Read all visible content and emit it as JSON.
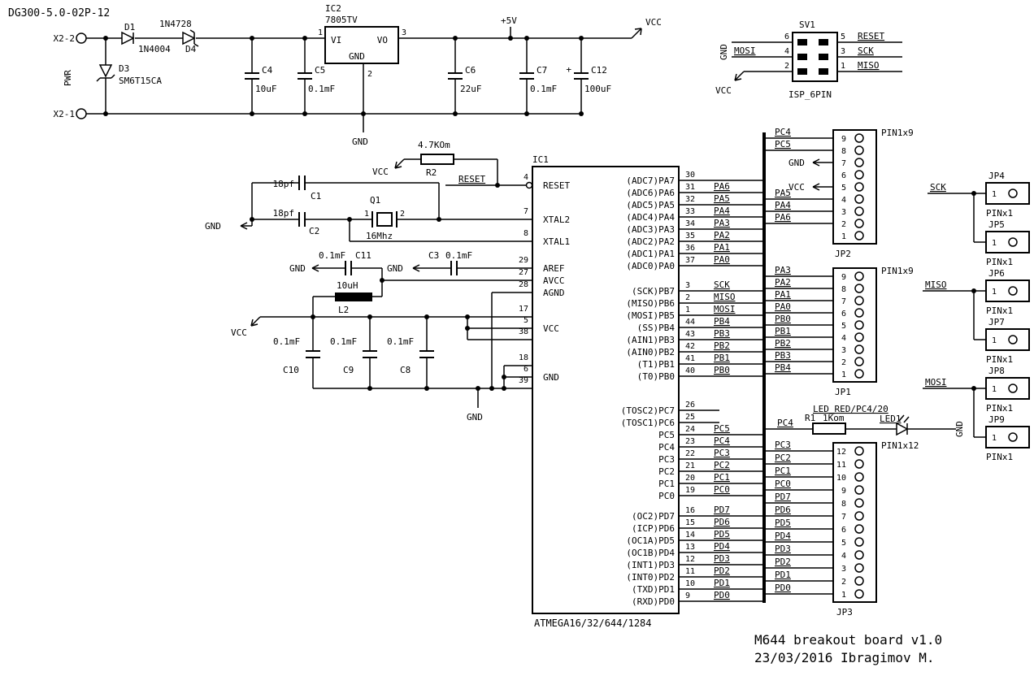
{
  "doc": {
    "code": "DG300-5.0-02P-12",
    "title": "M644 breakout board v1.0",
    "credit": "23/03/2016 Ibragimov M."
  },
  "power": {
    "x2_2": "X2-2",
    "x2_1": "X2-1",
    "pwr": "PWR",
    "d1_ref": "D1",
    "d1_val": "1N4004",
    "d4_ref": "D4",
    "d4_val": "1N4728",
    "d3_ref": "D3",
    "d3_val": "SM6T15CA",
    "c4_ref": "C4",
    "c4_val": "10uF",
    "c5_ref": "C5",
    "c5_val": "0.1mF",
    "reg_ref": "IC2",
    "reg_val": "7805TV",
    "reg_vi": "VI",
    "reg_vo": "VO",
    "reg_gnd": "GND",
    "reg_p1": "1",
    "reg_p2": "2",
    "reg_p3": "3",
    "c6_ref": "C6",
    "c6_val": "22uF",
    "c7_ref": "C7",
    "c7_val": "0.1mF",
    "c12_ref": "C12",
    "c12_val": "100uF",
    "c12_polarity": "+",
    "rail_5v": "+5V",
    "rail_vcc": "VCC",
    "rail_gnd": "GND"
  },
  "isp": {
    "ref": "SV1",
    "name": "ISP_6PIN",
    "left": [
      {
        "pin": "6",
        "net": "GND"
      },
      {
        "pin": "4",
        "net": "MOSI"
      },
      {
        "pin": "2",
        "net": "VCC"
      }
    ],
    "right": [
      {
        "pin": "5",
        "net": "RESET"
      },
      {
        "pin": "3",
        "net": "SCK"
      },
      {
        "pin": "1",
        "net": "MISO"
      }
    ]
  },
  "reset_circuit": {
    "vcc": "VCC",
    "r2_val": "4.7KOm",
    "r2_ref": "R2",
    "net": "RESET"
  },
  "xtal_circuit": {
    "gnd": "GND",
    "c1_val": "18pf",
    "c1_ref": "C1",
    "c2_val": "18pf",
    "c2_ref": "C2",
    "q1_ref": "Q1",
    "q1_val": "16Mhz",
    "q1_p1": "1",
    "q1_p2": "2"
  },
  "analog_circuit": {
    "gnd_a": "GND",
    "gnd_b": "GND",
    "c11_val": "0.1mF",
    "c11_ref": "C11",
    "c3_ref": "C3",
    "c3_val": "0.1mF",
    "l2_val": "10uH",
    "l2_ref": "L2"
  },
  "decoupling": {
    "vcc": "VCC",
    "gnd": "GND",
    "c10_val": "0.1mF",
    "c9_val": "0.1mF",
    "c8_val": "0.1mF",
    "c10_ref": "C10",
    "c9_ref": "C9",
    "c8_ref": "C8"
  },
  "mcu": {
    "ref": "IC1",
    "part": "ATMEGA16/32/644/1284",
    "reset": {
      "name": "RESET",
      "pin": "4"
    },
    "xtal2": {
      "name": "XTAL2",
      "pin": "7"
    },
    "xtal1": {
      "name": "XTAL1",
      "pin": "8"
    },
    "aref": {
      "name": "AREF",
      "pin": "29"
    },
    "avcc": {
      "name": "AVCC",
      "pin": "27"
    },
    "agnd": {
      "name": "AGND",
      "pin": "28"
    },
    "vcc": {
      "name": "VCC",
      "p1": "17",
      "p2": "5",
      "p3": "38"
    },
    "gnd": {
      "name": "GND",
      "p1": "18",
      "p2": "6",
      "p3": "39"
    },
    "porta": [
      {
        "name": "(ADC7)PA7",
        "pin": "30",
        "net": ""
      },
      {
        "name": "(ADC6)PA6",
        "pin": "31",
        "net": "PA6"
      },
      {
        "name": "(ADC5)PA5",
        "pin": "32",
        "net": "PA5"
      },
      {
        "name": "(ADC4)PA4",
        "pin": "33",
        "net": "PA4"
      },
      {
        "name": "(ADC3)PA3",
        "pin": "34",
        "net": "PA3"
      },
      {
        "name": "(ADC2)PA2",
        "pin": "35",
        "net": "PA2"
      },
      {
        "name": "(ADC1)PA1",
        "pin": "36",
        "net": "PA1"
      },
      {
        "name": "(ADC0)PA0",
        "pin": "37",
        "net": "PA0"
      }
    ],
    "portb": [
      {
        "name": "(SCK)PB7",
        "pin": "3",
        "net": "SCK"
      },
      {
        "name": "(MISO)PB6",
        "pin": "2",
        "net": "MISO"
      },
      {
        "name": "(MOSI)PB5",
        "pin": "1",
        "net": "MOSI"
      },
      {
        "name": "(SS)PB4",
        "pin": "44",
        "net": "PB4"
      },
      {
        "name": "(AIN1)PB3",
        "pin": "43",
        "net": "PB3"
      },
      {
        "name": "(AIN0)PB2",
        "pin": "42",
        "net": "PB2"
      },
      {
        "name": "(T1)PB1",
        "pin": "41",
        "net": "PB1"
      },
      {
        "name": "(T0)PB0",
        "pin": "40",
        "net": "PB0"
      }
    ],
    "portc": [
      {
        "name": "(TOSC2)PC7",
        "pin": "26",
        "net": ""
      },
      {
        "name": "(TOSC1)PC6",
        "pin": "25",
        "net": ""
      },
      {
        "name": "PC5",
        "pin": "24",
        "net": "PC5"
      },
      {
        "name": "PC4",
        "pin": "23",
        "net": "PC4"
      },
      {
        "name": "PC3",
        "pin": "22",
        "net": "PC3"
      },
      {
        "name": "PC2",
        "pin": "21",
        "net": "PC2"
      },
      {
        "name": "PC1",
        "pin": "20",
        "net": "PC1"
      },
      {
        "name": "PC0",
        "pin": "19",
        "net": "PC0"
      }
    ],
    "portd": [
      {
        "name": "(OC2)PD7",
        "pin": "16",
        "net": "PD7"
      },
      {
        "name": "(ICP)PD6",
        "pin": "15",
        "net": "PD6"
      },
      {
        "name": "(OC1A)PD5",
        "pin": "14",
        "net": "PD5"
      },
      {
        "name": "(OC1B)PD4",
        "pin": "13",
        "net": "PD4"
      },
      {
        "name": "(INT1)PD3",
        "pin": "12",
        "net": "PD3"
      },
      {
        "name": "(INT0)PD2",
        "pin": "11",
        "net": "PD2"
      },
      {
        "name": "(TXD)PD1",
        "pin": "10",
        "net": "PD1"
      },
      {
        "name": "(RXD)PD0",
        "pin": "9",
        "net": "PD0"
      }
    ]
  },
  "jp2": {
    "ref": "JP2",
    "type": "PIN1x9",
    "rows": [
      {
        "pin": "9",
        "net": "PC4"
      },
      {
        "pin": "8",
        "net": "PC5"
      },
      {
        "pin": "7",
        "net": "GND"
      },
      {
        "pin": "6",
        "net": ""
      },
      {
        "pin": "5",
        "net": "VCC"
      },
      {
        "pin": "4",
        "net": "PA5"
      },
      {
        "pin": "3",
        "net": "PA4"
      },
      {
        "pin": "2",
        "net": "PA6"
      },
      {
        "pin": "1",
        "net": ""
      }
    ]
  },
  "jp1": {
    "ref": "JP1",
    "type": "PIN1x9",
    "rows": [
      {
        "pin": "9",
        "net": "PA3"
      },
      {
        "pin": "8",
        "net": "PA2"
      },
      {
        "pin": "7",
        "net": "PA1"
      },
      {
        "pin": "6",
        "net": "PA0"
      },
      {
        "pin": "5",
        "net": "PB0"
      },
      {
        "pin": "4",
        "net": "PB1"
      },
      {
        "pin": "3",
        "net": "PB2"
      },
      {
        "pin": "2",
        "net": "PB3"
      },
      {
        "pin": "1",
        "net": "PB4"
      }
    ]
  },
  "jp3": {
    "ref": "JP3",
    "type": "PIN1x12",
    "rows": [
      {
        "pin": "12",
        "net": "PC3"
      },
      {
        "pin": "11",
        "net": "PC2"
      },
      {
        "pin": "10",
        "net": "PC1"
      },
      {
        "pin": "9",
        "net": "PC0"
      },
      {
        "pin": "8",
        "net": "PD7"
      },
      {
        "pin": "7",
        "net": "PD6"
      },
      {
        "pin": "6",
        "net": "PD5"
      },
      {
        "pin": "5",
        "net": "PD4"
      },
      {
        "pin": "4",
        "net": "PD3"
      },
      {
        "pin": "3",
        "net": "PD2"
      },
      {
        "pin": "2",
        "net": "PD1"
      },
      {
        "pin": "1",
        "net": "PD0"
      }
    ]
  },
  "led_circuit": {
    "net_name": "LED_RED/PC4/20",
    "src_net": "PC4",
    "r1_ref": "R1",
    "r1_val": "1Kom",
    "led_ref": "LED1",
    "gnd": "GND"
  },
  "headers_1x1": [
    {
      "ref": "JP4",
      "type": "PINx1",
      "pin": "1",
      "net": "SCK"
    },
    {
      "ref": "JP5",
      "type": "PINx1",
      "pin": "1",
      "net": ""
    },
    {
      "ref": "JP6",
      "type": "PINx1",
      "pin": "1",
      "net": "MISO"
    },
    {
      "ref": "JP7",
      "type": "PINx1",
      "pin": "1",
      "net": ""
    },
    {
      "ref": "JP8",
      "type": "PINx1",
      "pin": "1",
      "net": "MOSI"
    },
    {
      "ref": "JP9",
      "type": "PINx1",
      "pin": "1",
      "net": ""
    }
  ]
}
